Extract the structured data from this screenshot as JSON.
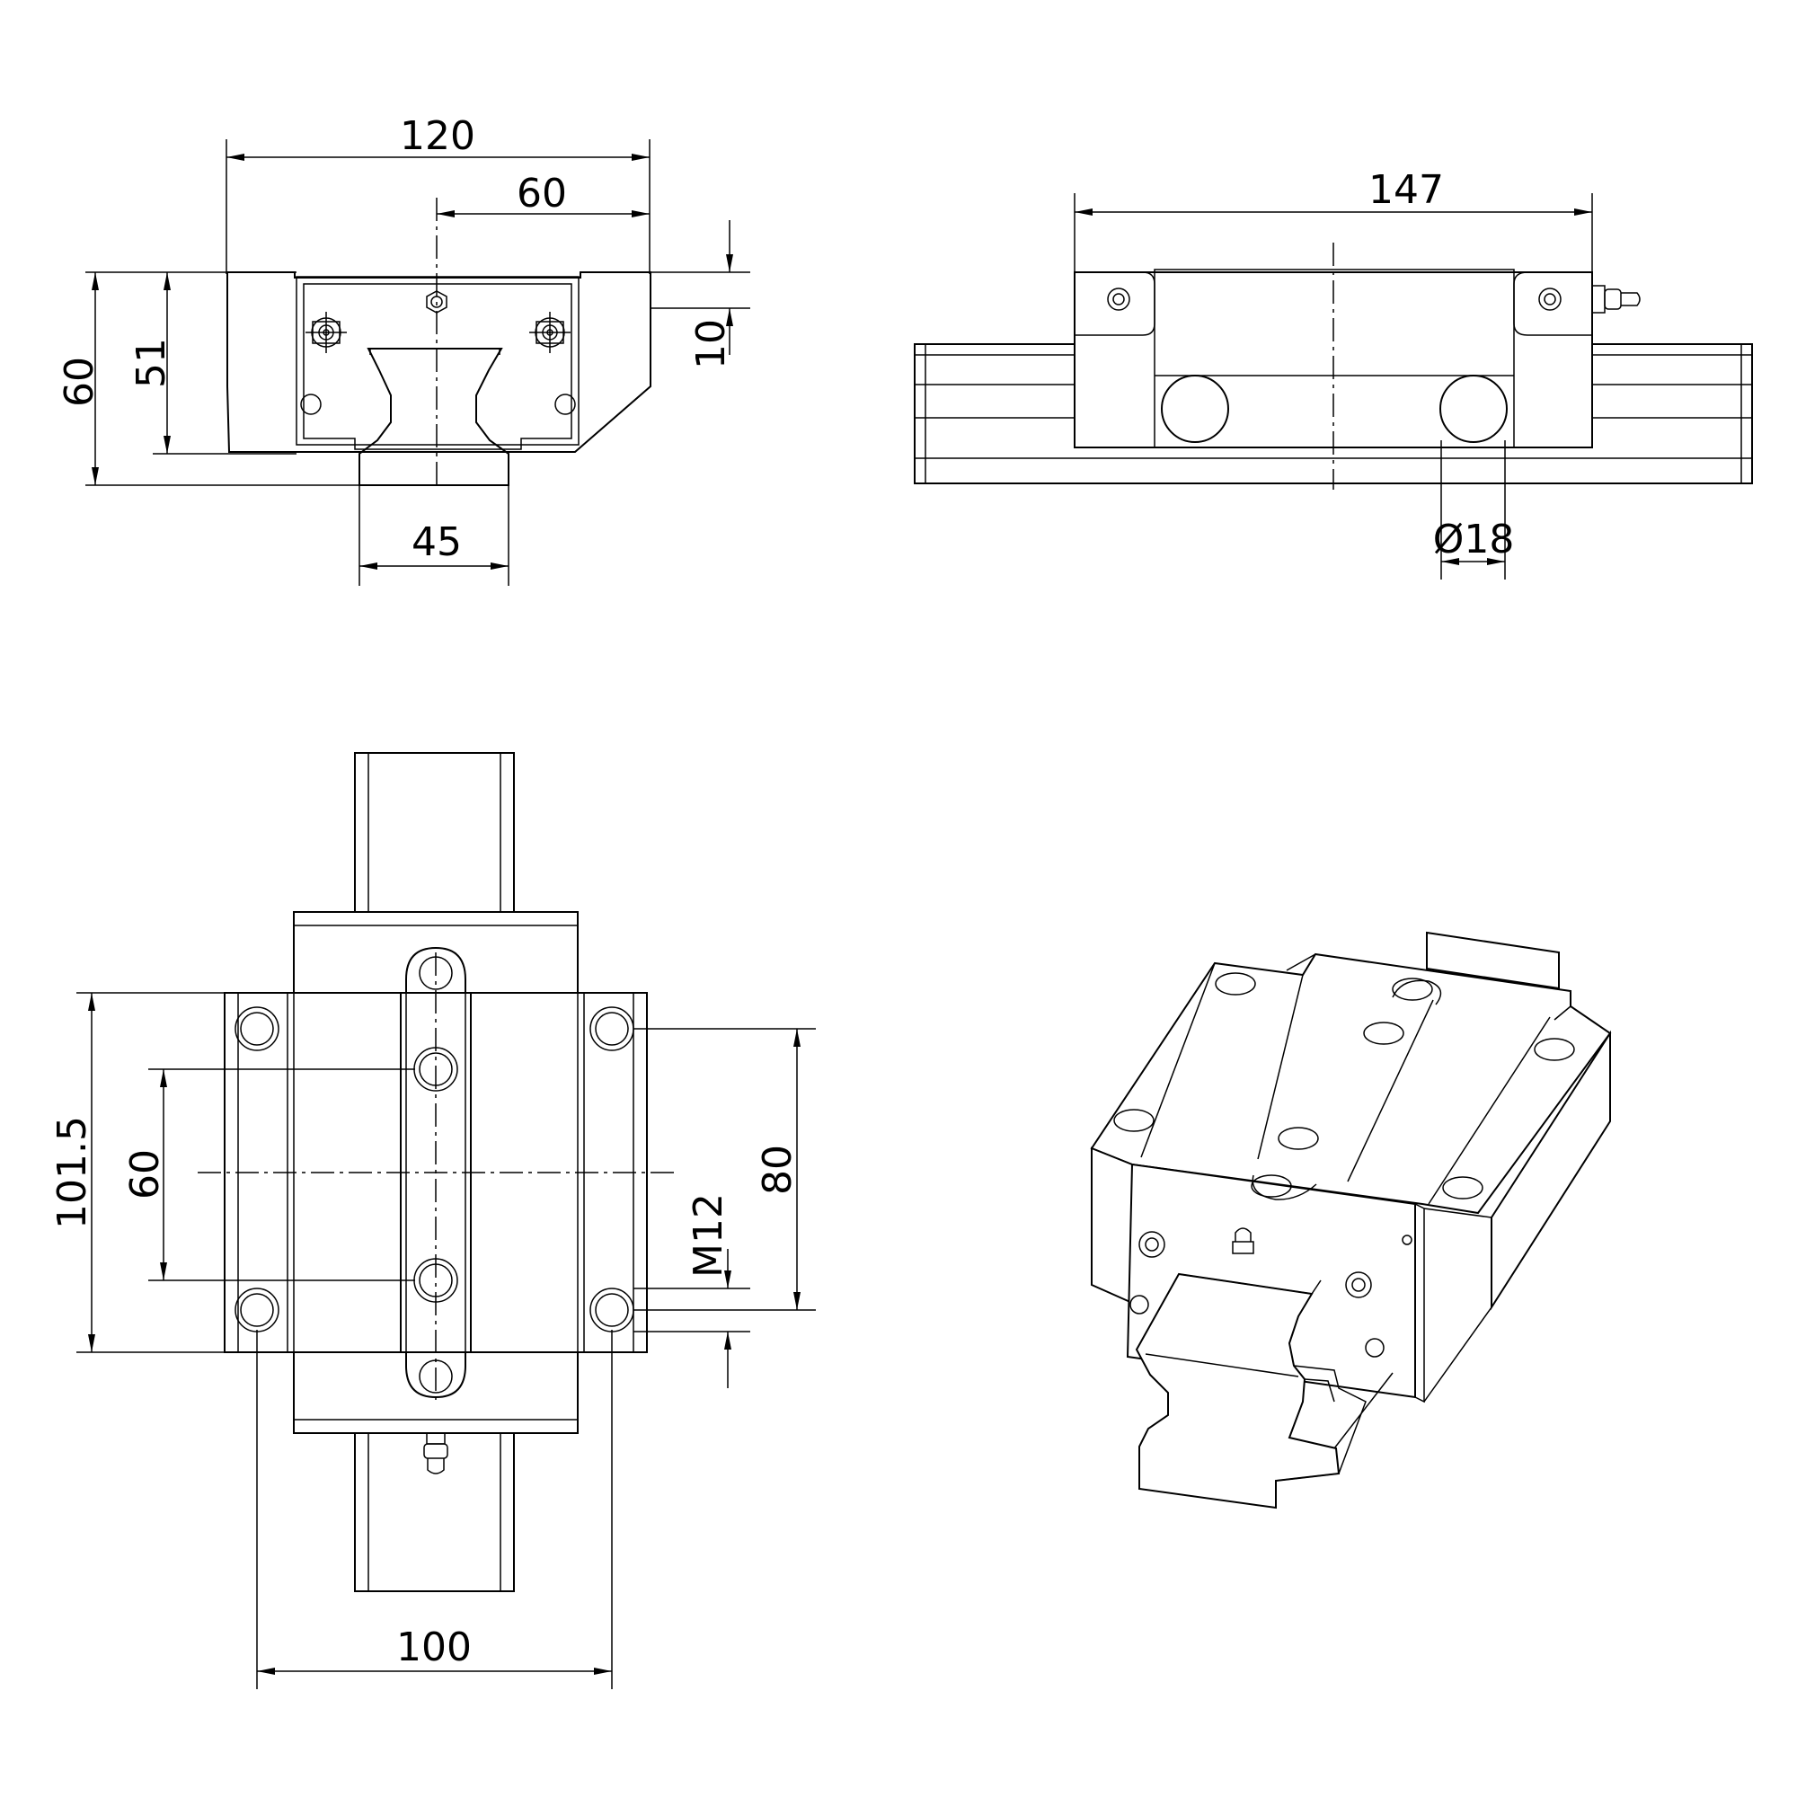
{
  "colors": {
    "line": "#000000",
    "background": "#ffffff"
  },
  "front_view": {
    "dim_total_width": "120",
    "dim_half_width": "60",
    "dim_total_height": "60",
    "dim_block_height": "51",
    "dim_top_offset": "10",
    "dim_rail_width": "45"
  },
  "side_view": {
    "dim_block_length": "147",
    "dim_roller_diameter": "Ø18"
  },
  "top_view": {
    "dim_length": "101.5",
    "dim_hole_pitch_inner": "60",
    "dim_hole_pitch_outer": "80",
    "dim_thread": "M12",
    "dim_width": "100"
  },
  "iso_view": {}
}
